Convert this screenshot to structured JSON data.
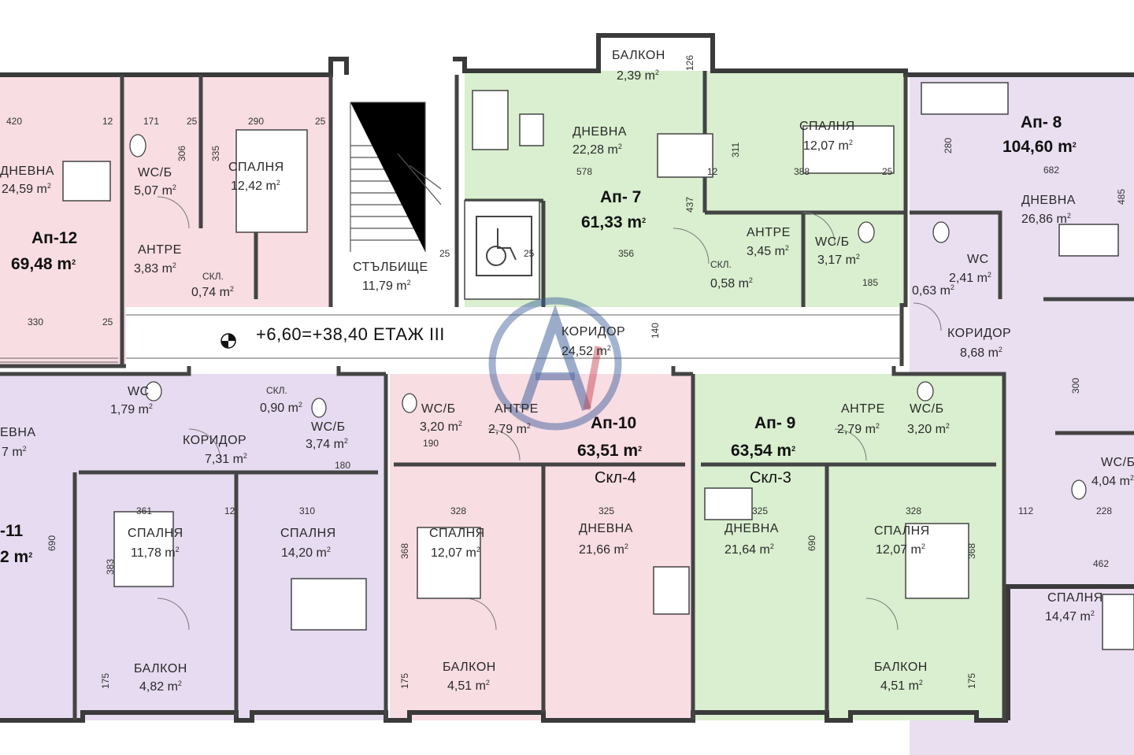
{
  "floor": {
    "level": "+6,60=+38,40 ЕТАЖ III"
  },
  "colors": {
    "ap12": "#f8dde3",
    "ap7": "#d9efcf",
    "ap8": "#eadff1",
    "ap11": "#e6dbf0",
    "ap10": "#f8dde3",
    "ap9": "#d9efcf",
    "wall": "#3a3a3a",
    "watermark": "#3b5b9a"
  },
  "apartments": {
    "ap12": {
      "name": "Ап-12",
      "area": "69,48 m",
      "rooms": {
        "living": "ДНЕВНА",
        "living_area": "24,59 m",
        "wc": "WC/Б",
        "wc_area": "5,07 m",
        "bed": "СПАЛНЯ",
        "bed_area": "12,42 m",
        "hall": "АНТРЕ",
        "hall_area": "3,83 m",
        "store": "СКЛ.",
        "store_area": "0,74 m"
      }
    },
    "ap7": {
      "name": "Ап- 7",
      "area": "61,33 m",
      "rooms": {
        "balcony": "БАЛКОН",
        "balcony_area": "2,39 m",
        "living": "ДНЕВНА",
        "living_area": "22,28 m",
        "bed": "СПАЛНЯ",
        "bed_area": "12,07 m",
        "hall": "АНТРЕ",
        "hall_area": "3,45 m",
        "wc": "WC/Б",
        "wc_area": "3,17 m",
        "store": "СКЛ.",
        "store_area": "0,58 m"
      }
    },
    "ap8": {
      "name": "Ап- 8",
      "area": "104,60 m",
      "rooms": {
        "living": "ДНЕВНА",
        "living_area": "26,86 m",
        "wc": "WC",
        "wc_area": "2,41 m",
        "store_area": "0,63 m",
        "corridor": "КОРИДОР",
        "corridor_area": "8,68 m",
        "wcb": "WC/Б",
        "wcb_area": "4,04 m",
        "bed": "СПАЛНЯ",
        "bed_area": "14,47 m"
      }
    },
    "ap11": {
      "name": "-11",
      "area": "2 m",
      "rooms": {
        "living": "ЕВНА",
        "living_area": "7 m",
        "wc": "WC",
        "wc_area": "1,79 m",
        "store": "СКЛ.",
        "store_area": "0,90 m",
        "corridor": "КОРИДОР",
        "corridor_area": "7,31 m",
        "wcb": "WC/Б",
        "wcb_area": "3,74 m",
        "bed1": "СПАЛНЯ",
        "bed1_area": "11,78 m",
        "bed2": "СПАЛНЯ",
        "bed2_area": "14,20 m",
        "balcony": "БАЛКОН",
        "balcony_area": "4,82 m"
      }
    },
    "ap10": {
      "name": "Ап-10",
      "area": "63,51 m",
      "storage": "Скл-4",
      "rooms": {
        "wc": "WC/Б",
        "wc_area": "3,20 m",
        "hall": "АНТРЕ",
        "hall_area": "2,79 m",
        "bed": "СПАЛНЯ",
        "bed_area": "12,07 m",
        "living": "ДНЕВНА",
        "living_area": "21,66 m",
        "balcony": "БАЛКОН",
        "balcony_area": "4,51 m"
      }
    },
    "ap9": {
      "name": "Ап- 9",
      "area": "63,54 m",
      "storage": "Скл-3",
      "rooms": {
        "hall": "АНТРЕ",
        "hall_area": "2,79 m",
        "wc": "WC/Б",
        "wc_area": "3,20 m",
        "living": "ДНЕВНА",
        "living_area": "21,64 m",
        "bed": "СПАЛНЯ",
        "bed_area": "12,07 m",
        "balcony": "БАЛКОН",
        "balcony_area": "4,51 m"
      }
    }
  },
  "common": {
    "stair": "СТЪЛБИЩЕ",
    "stair_area": "11,79 m",
    "corridor": "КОРИДОР",
    "corridor_area": "24,52 m"
  },
  "dims": {
    "d420": "420",
    "d12": "12",
    "d171": "171",
    "d25": "25",
    "d290": "290",
    "d306": "306",
    "d335": "335",
    "d330": "330",
    "d578": "578",
    "d437": "437",
    "d356": "356",
    "d388": "388",
    "d311": "311",
    "d280": "280",
    "d682": "682",
    "d485": "485",
    "d126": "126",
    "d140": "140",
    "d361": "361",
    "d310": "310",
    "d180": "180",
    "d190": "190",
    "d328": "328",
    "d325": "325",
    "d690": "690",
    "d368": "368",
    "d175": "175",
    "d112": "112",
    "d228": "228",
    "d462": "462",
    "d300": "300",
    "d185": "185",
    "d383": "383"
  }
}
